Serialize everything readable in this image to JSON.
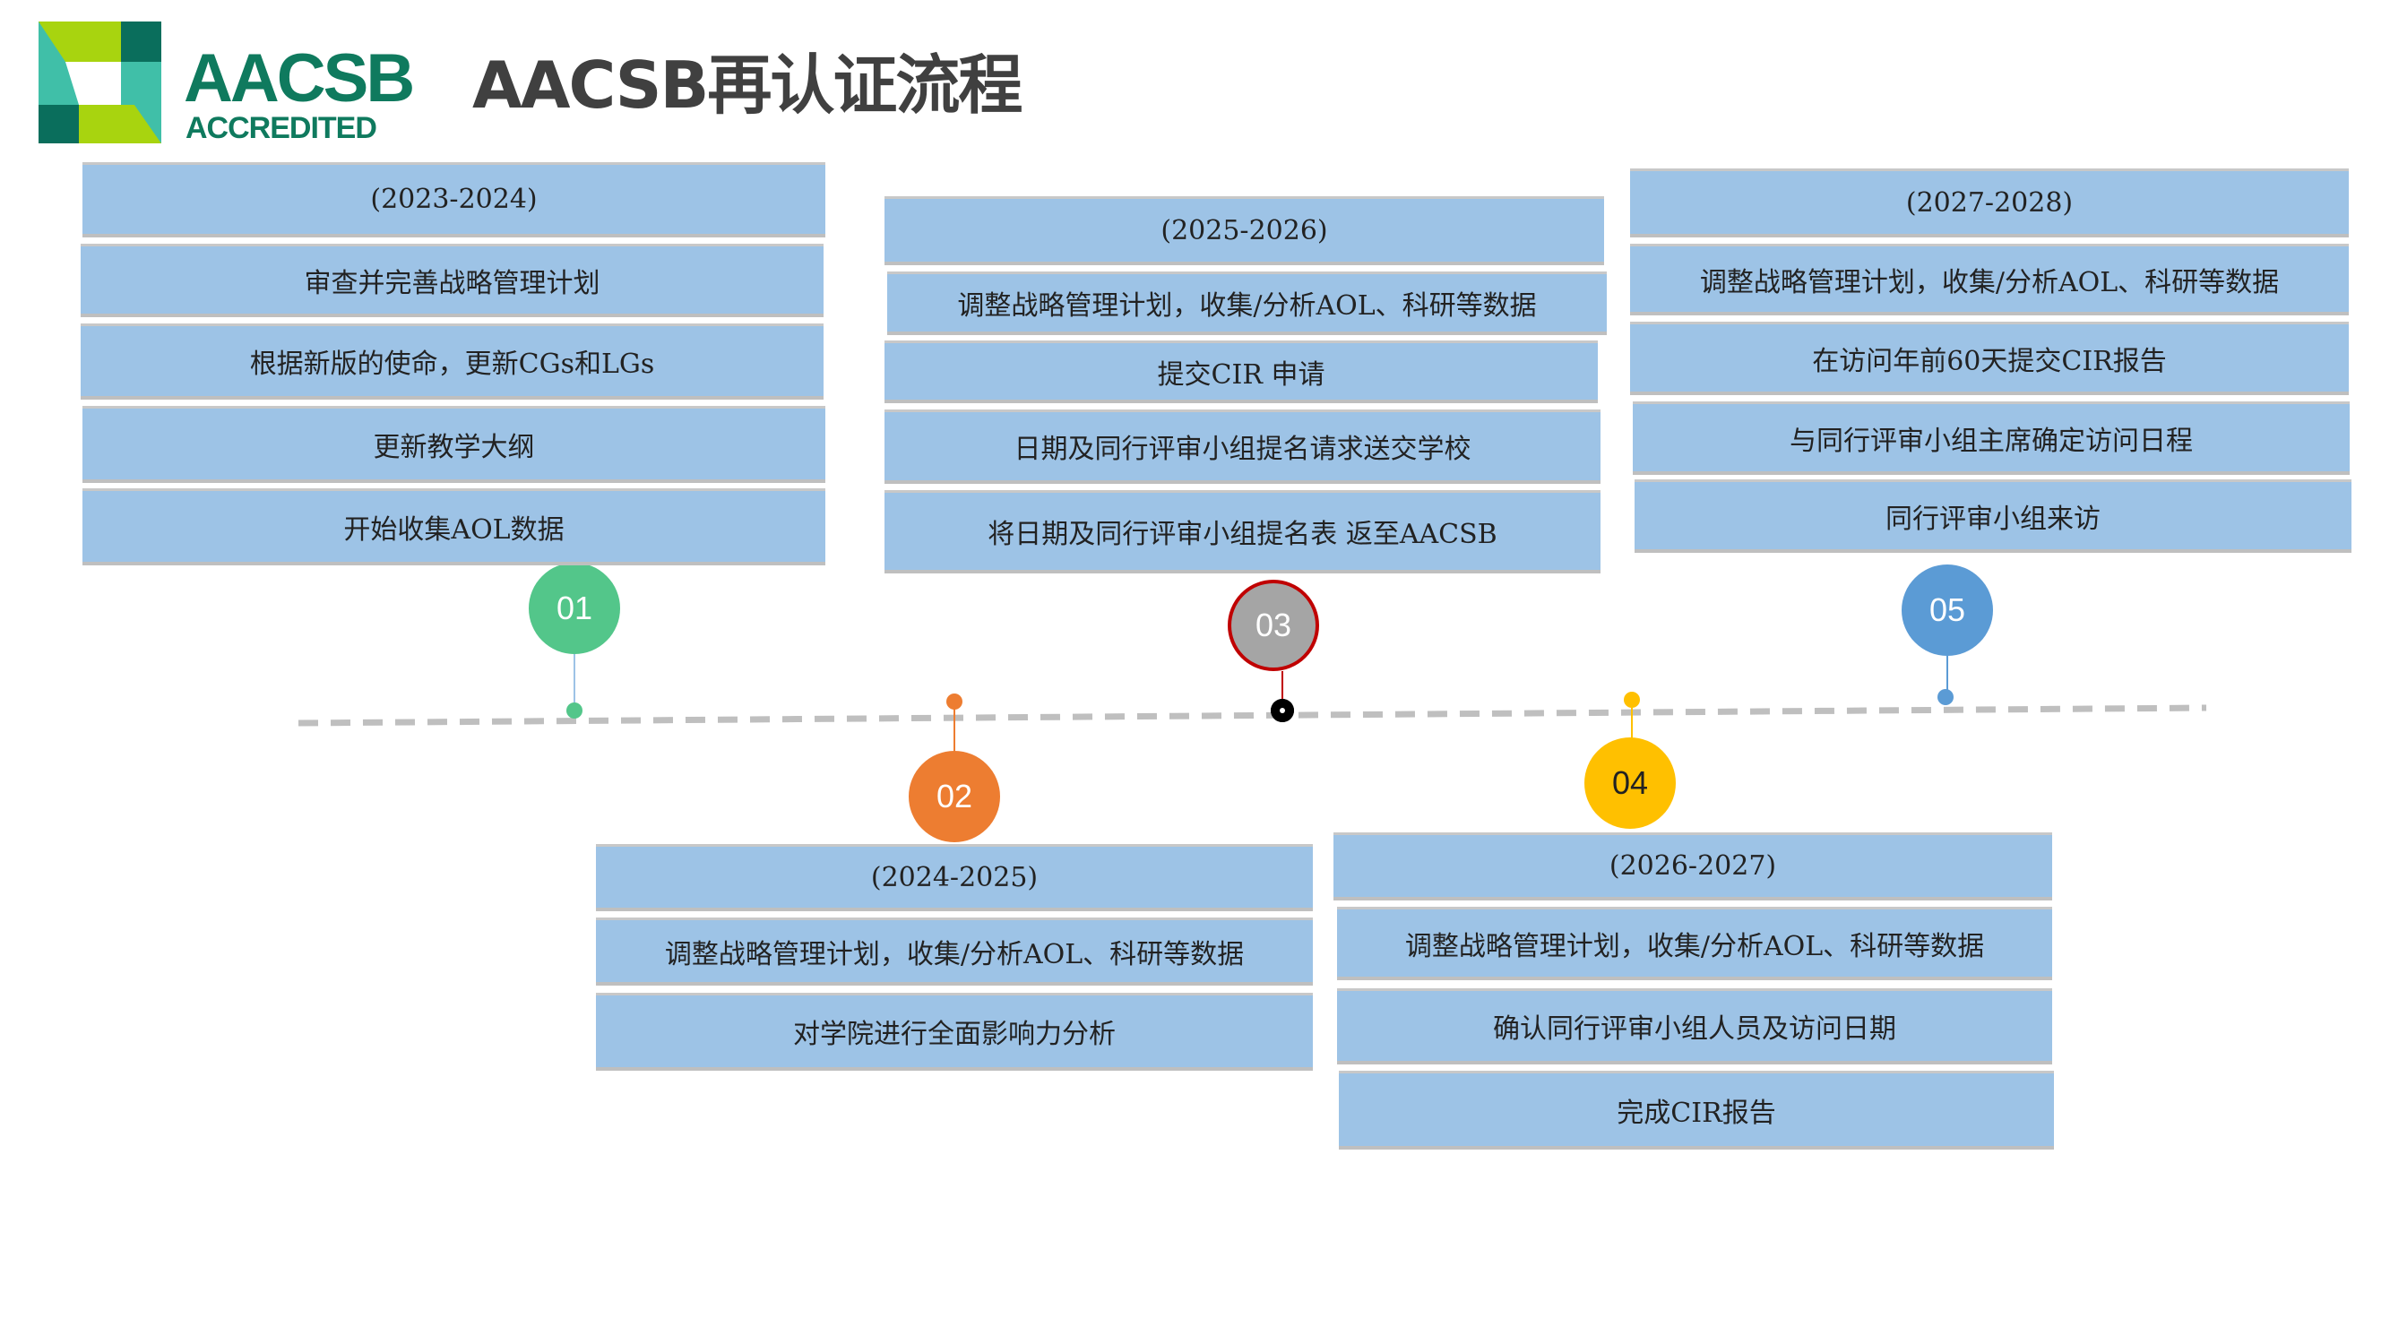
{
  "header": {
    "logo": {
      "line1": "AACSB",
      "line2": "ACCREDITED"
    },
    "title": "AACSB再认证流程"
  },
  "colors": {
    "box": "#9dc3e6",
    "s1": "#53c68a",
    "s2": "#ed7d31",
    "s3": "#a5a5a5",
    "s3_border": "#c00000",
    "s4": "#ffc000",
    "s5": "#5b9bd5"
  },
  "stages": [
    {
      "num": "01",
      "year": "(2023-2024)",
      "items": [
        "审查并完善战略管理计划",
        "根据新版的使命，更新CGs和LGs",
        "更新教学大纲",
        "开始收集AOL数据"
      ]
    },
    {
      "num": "02",
      "year": "(2024-2025)",
      "items": [
        "调整战略管理计划，收集/分析AOL、科研等数据",
        "对学院进行全面影响力分析"
      ]
    },
    {
      "num": "03",
      "year": "(2025-2026)",
      "items": [
        "调整战略管理计划，收集/分析AOL、科研等数据",
        "提交CIR 申请",
        "日期及同行评审小组提名请求送交学校",
        "将日期及同行评审小组提名表 返至AACSB"
      ]
    },
    {
      "num": "04",
      "year": "(2026-2027)",
      "items": [
        "调整战略管理计划，收集/分析AOL、科研等数据",
        "确认同行评审小组人员及访问日期",
        "完成CIR报告"
      ]
    },
    {
      "num": "05",
      "year": "(2027-2028)",
      "items": [
        "调整战略管理计划，收集/分析AOL、科研等数据",
        "在访问年前60天提交CIR报告",
        "与同行评审小组主席确定访问日程",
        "同行评审小组来访"
      ]
    }
  ]
}
